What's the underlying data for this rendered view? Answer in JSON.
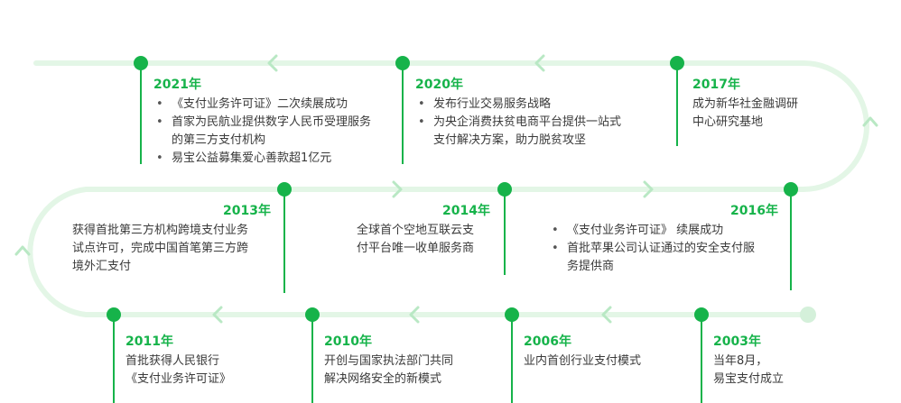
{
  "milestones": {
    "y2021": {
      "year": "2021年",
      "l1": "《支付业务许可证》二次续展成功",
      "l2a": "首家为民航业提供数字人民币受理服务",
      "l2b": "的第三方支付机构",
      "l3": "易宝公益募集爱心善款超1亿元"
    },
    "y2020": {
      "year": "2020年",
      "l1": "发布行业交易服务战略",
      "l2a": "为央企消费扶贫电商平台提供一站式",
      "l2b": "支付解决方案，助力脱贫攻坚"
    },
    "y2017": {
      "year": "2017年",
      "l1": "成为新华社金融调研",
      "l2": "中心研究基地"
    },
    "y2013": {
      "year": "2013年",
      "l1": "获得首批第三方机构跨境支付业务",
      "l2": "试点许可，完成中国首笔第三方跨",
      "l3": "境外汇支付"
    },
    "y2014": {
      "year": "2014年",
      "l1": "全球首个空地互联云支",
      "l2": "付平台唯一收单服务商"
    },
    "y2016": {
      "year": "2016年",
      "l1": "《支付业务许可证》 续展成功",
      "l2a": "首批苹果公司认证通过的安全支付服",
      "l2b": "务提供商"
    },
    "y2011": {
      "year": "2011年",
      "l1": "首批获得人民银行",
      "l2": "《支付业务许可证》"
    },
    "y2010": {
      "year": "2010年",
      "l1": "开创与国家执法部门共同",
      "l2": "解决网络安全的新模式"
    },
    "y2006": {
      "year": "2006年",
      "l1": "业内首创行业支付模式"
    },
    "y2003": {
      "year": "2003年",
      "l1": "当年8月，",
      "l2": "易宝支付成立"
    }
  },
  "colors": {
    "track": "#e3f6e6",
    "arrow": "#b9e8c4",
    "node": "#16b34a",
    "year": "#16b34a",
    "text": "#3a3a3a",
    "start": "#d4f0da"
  }
}
